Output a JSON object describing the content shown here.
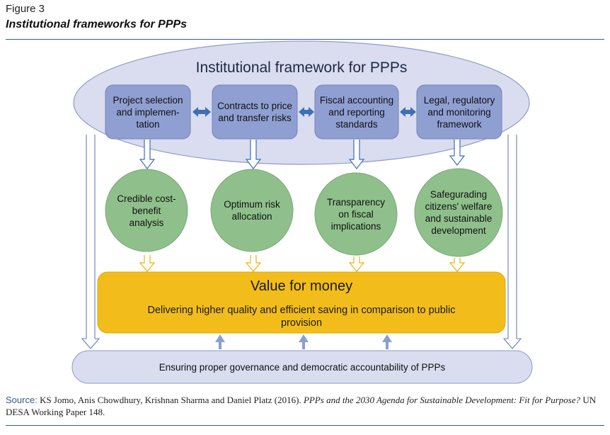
{
  "figure": {
    "label": "Figure 3",
    "title": "Institutional frameworks for PPPs"
  },
  "diagram": {
    "framework_title": "Institutional framework for PPPs",
    "boxes": [
      "Project selection and implemen- tation",
      "Contracts to price and transfer risks",
      "Fiscal accounting and reporting standards",
      "Legal, regulatory and monitoring framework"
    ],
    "circles": [
      "Credible cost- benefit analysis",
      "Optimum risk allocation",
      "Transparency on fiscal implications",
      "Safegurading citizens' welfare and sustainable development"
    ],
    "value": {
      "title": "Value for money",
      "subtitle": "Delivering higher quality and efficient saving in comparison to public provision"
    },
    "governance": "Ensuring proper governance and democratic accountability of PPPs"
  },
  "source": {
    "label": "Source:",
    "text": "KS Jomo, Anis Chowdhury, Krishnan Sharma and Daniel Platz (2016).",
    "title_italic": "PPPs and the 2030 Agenda for Sustainable Development: Fit for Purpose?",
    "text_after": "UN DESA Working Paper 148."
  },
  "colors": {
    "ellipse_fill": "#d9ddef",
    "box_fill": "#8f9fd2",
    "circle_fill": "#8fc08b",
    "value_fill": "#f2bd1a",
    "governance_fill": "#d9ddef",
    "arrow_blue": "#3f6fb4",
    "arrow_yellow": "#e8b40f",
    "rule": "#3d5a8a"
  }
}
